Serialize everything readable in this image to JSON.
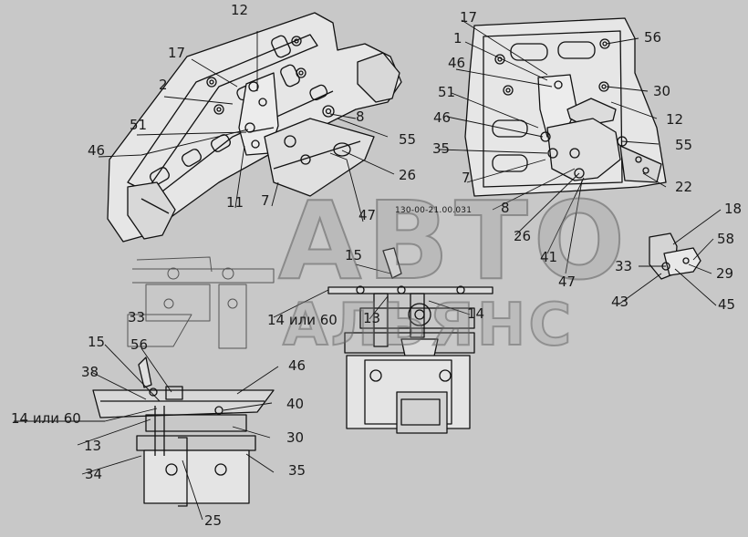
{
  "drawing": {
    "doc_number": "130-00-21.00.031"
  },
  "watermark": {
    "line1": "АВТО",
    "line2": "АЛЬЯНС"
  },
  "callouts": {
    "a12": "12",
    "a17": "17",
    "a2": "2",
    "a51": "51",
    "a46": "46",
    "a11": "11",
    "a7": "7",
    "a47": "47",
    "a26": "26",
    "a55": "55",
    "a8": "8",
    "b17": "17",
    "b1": "1",
    "b46": "46",
    "b51": "51",
    "b46b": "46",
    "b35": "35",
    "b7": "7",
    "b56": "56",
    "b30": "30",
    "b12": "12",
    "b55": "55",
    "b22": "22",
    "b8": "8",
    "b26": "26",
    "b41": "41",
    "b47": "47",
    "c18": "18",
    "c58": "58",
    "c33": "33",
    "c29": "29",
    "c43": "43",
    "c45": "45",
    "d15": "15",
    "d13": "13",
    "d14": "14",
    "e33": "33",
    "e14": "14 или 60",
    "f15": "15",
    "f56": "56",
    "f38": "38",
    "f46": "46",
    "f14": "14 или 60",
    "f40": "40",
    "f13": "13",
    "f30": "30",
    "f34": "34",
    "f35": "35",
    "f25": "25"
  }
}
